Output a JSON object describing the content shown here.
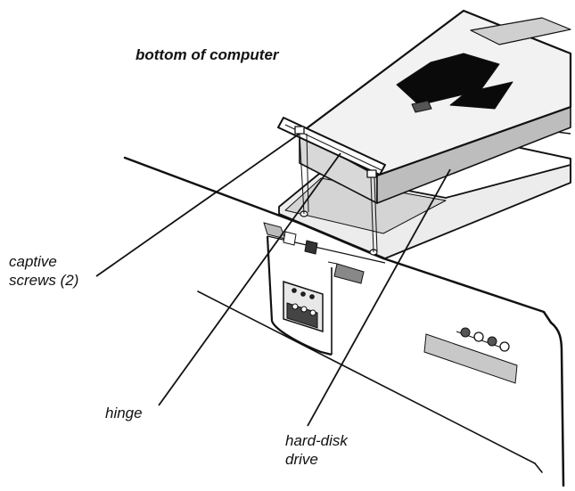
{
  "labels": {
    "title": "bottom of computer",
    "screws_line1": "captive",
    "screws_line2": "screws (2)",
    "hinge": "hinge",
    "drive_line1": "hard-disk",
    "drive_line2": "drive"
  },
  "colors": {
    "ink": "#111111",
    "paper": "#ffffff",
    "shade": "#d4d4d4",
    "shade_dark": "#a8a8a8"
  }
}
